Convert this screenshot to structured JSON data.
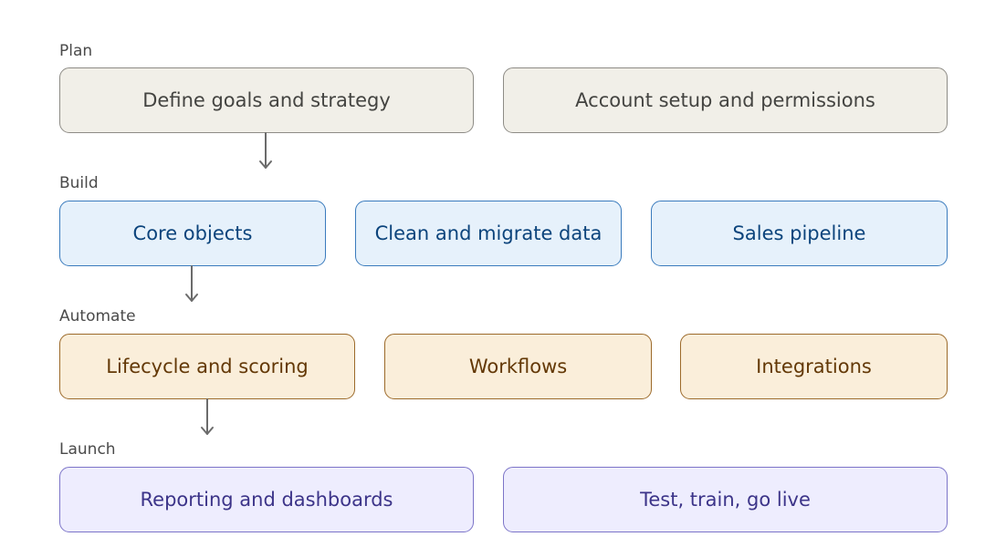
{
  "stages": [
    {
      "label": "Plan",
      "steps": [
        "Define goals and strategy",
        "Account setup and permissions"
      ]
    },
    {
      "label": "Build",
      "steps": [
        "Core objects",
        "Clean and migrate data",
        "Sales pipeline"
      ]
    },
    {
      "label": "Automate",
      "steps": [
        "Lifecycle and scoring",
        "Workflows",
        "Integrations"
      ]
    },
    {
      "label": "Launch",
      "steps": [
        "Reporting and dashboards",
        "Test, train, go live"
      ]
    }
  ],
  "colors": {
    "plan": "#f1efe8",
    "build": "#e6f1fb",
    "automate": "#faeeda",
    "launch": "#eeedfe",
    "arrow": "#6b6b6b"
  }
}
